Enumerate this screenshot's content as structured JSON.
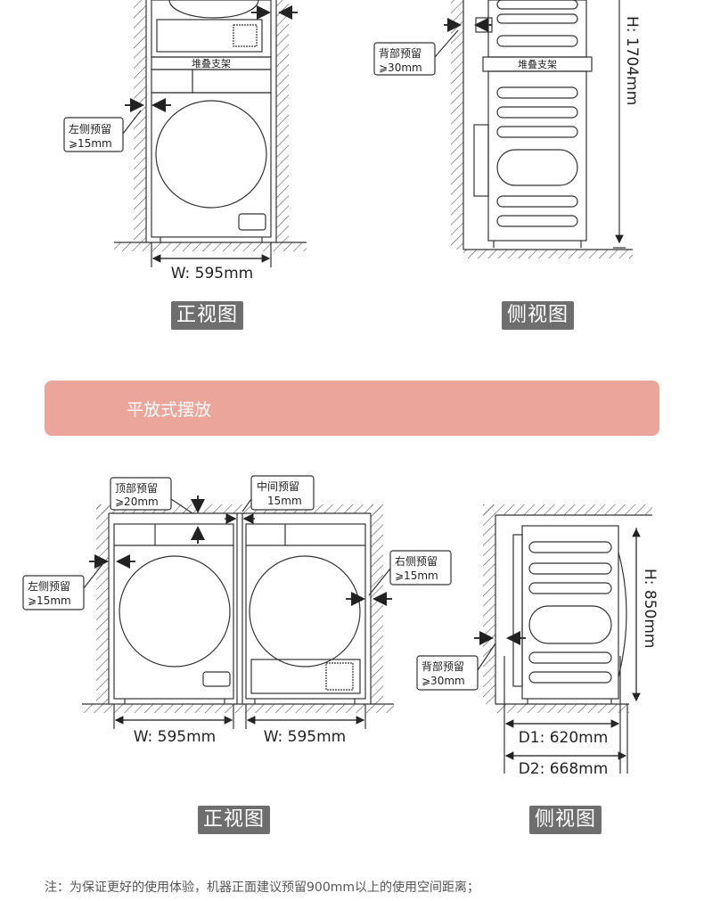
{
  "stacked": {
    "front": {
      "stand_label": "堆叠支架",
      "left_clearance": [
        "左侧预留",
        "⩾15mm"
      ],
      "width": "W: 595mm",
      "caption": "正视图"
    },
    "side": {
      "stand_label": "堆叠支架",
      "back_clearance": [
        "背部预留",
        "⩾30mm"
      ],
      "height": "H: 1704mm",
      "caption": "侧视图"
    }
  },
  "banner": {
    "title": "平放式摆放"
  },
  "flat": {
    "front": {
      "top_clearance": [
        "顶部预留",
        "⩾20mm"
      ],
      "middle_clearance": [
        "中间预留",
        "15mm"
      ],
      "left_clearance": [
        "左侧预留",
        "⩾15mm"
      ],
      "right_clearance": [
        "右侧预留",
        "⩾15mm"
      ],
      "width_left": "W: 595mm",
      "width_right": "W: 595mm",
      "caption": "正视图"
    },
    "side": {
      "back_clearance": [
        "背部预留",
        "⩾30mm"
      ],
      "height": "H: 850mm",
      "d1": "D1: 620mm",
      "d2": "D2: 668mm",
      "caption": "侧视图"
    }
  },
  "note": "注：为保证更好的使用体验，机器正面建议预留900mm以上的使用空间距离；",
  "colors": {
    "banner": "#eba59b",
    "caption_bg": "#6e6e6e",
    "line": "#333333"
  }
}
